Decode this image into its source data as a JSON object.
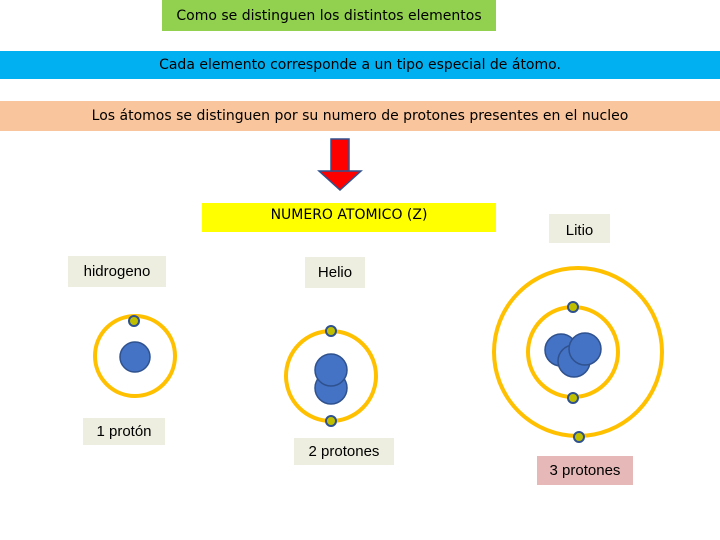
{
  "title": "Como se distinguen los distintos elementos",
  "banner1": "Cada elemento corresponde a un tipo especial de átomo.",
  "banner2": "Los átomos se distinguen por su numero de protones presentes en el nucleo",
  "atomic_number_label": "NUMERO ATOMICO (Z)",
  "atoms": [
    {
      "name": "hidrogeno",
      "protons_label": "1 protón"
    },
    {
      "name": "Helio",
      "protons_label": "2 protones"
    },
    {
      "name": "Litio",
      "protons_label": "3 protones"
    }
  ],
  "colors": {
    "title_bg": "#92d050",
    "banner1_bg": "#00b0f0",
    "banner2_bg": "#f8c59c",
    "z_bg": "#ffff00",
    "arrow": "#ff0000",
    "orbit": "#ffc000",
    "proton": "#4472c4",
    "electron": "#7f6f00"
  }
}
